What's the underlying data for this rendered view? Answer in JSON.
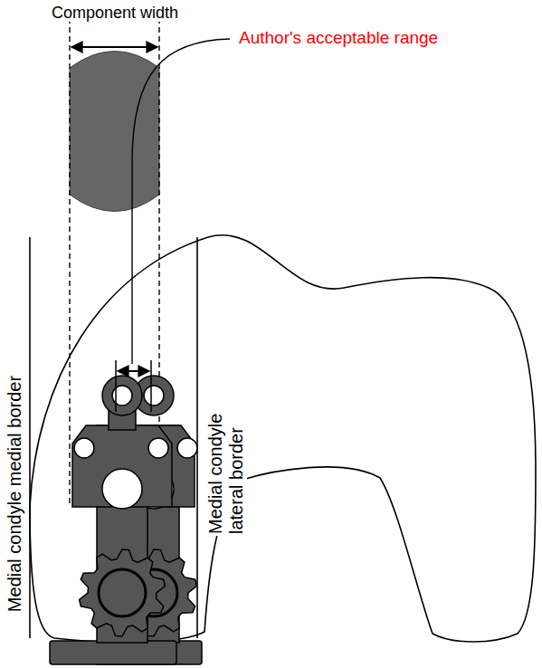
{
  "diagram": {
    "labels": [
      "Component width",
      "Author's acceptable range",
      "Medial condyle medial border",
      "Medial condyle lateral border"
    ]
  }
}
